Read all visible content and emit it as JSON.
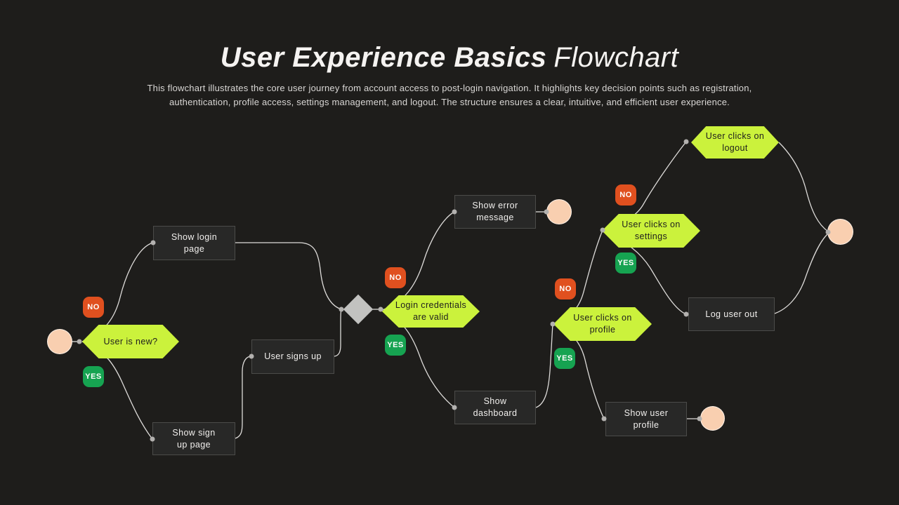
{
  "header": {
    "title_bold": "User Experience Basics",
    "title_light": "Flowchart",
    "subtitle": "This flowchart illustrates the core user journey from account access to post-login navigation. It highlights key decision points such as registration,\nauthentication, profile access, settings management, and logout. The structure ensures a clear, intuitive, and efficient user experience."
  },
  "flowchart": {
    "nodes": {
      "user_is_new": "User is new?",
      "show_login_page": "Show login\npage",
      "show_sign_up_page": "Show sign\nup page",
      "user_signs_up": "User signs up",
      "login_credentials_are_valid": "Login credentials\nare valid",
      "show_error_message": "Show error\nmessage",
      "show_dashboard": "Show\ndashboard",
      "user_clicks_on_profile": "User clicks on\nprofile",
      "show_user_profile": "Show user\nprofile",
      "user_clicks_on_settings": "User clicks on\nsettings",
      "log_user_out": "Log user out",
      "user_clicks_on_logout": "User clicks on\nlogout"
    },
    "badges": {
      "no": "NO",
      "yes": "YES"
    },
    "edges": [
      {
        "from": "start",
        "to": "user_is_new"
      },
      {
        "from": "user_is_new",
        "to": "show_login_page",
        "branch": "NO"
      },
      {
        "from": "user_is_new",
        "to": "show_sign_up_page",
        "branch": "YES"
      },
      {
        "from": "show_sign_up_page",
        "to": "user_signs_up"
      },
      {
        "from": "user_signs_up",
        "to": "merge_diamond"
      },
      {
        "from": "show_login_page",
        "to": "merge_diamond"
      },
      {
        "from": "merge_diamond",
        "to": "login_credentials_are_valid"
      },
      {
        "from": "login_credentials_are_valid",
        "to": "show_error_message",
        "branch": "NO"
      },
      {
        "from": "show_error_message",
        "to": "end_circle_error"
      },
      {
        "from": "login_credentials_are_valid",
        "to": "show_dashboard",
        "branch": "YES"
      },
      {
        "from": "show_dashboard",
        "to": "user_clicks_on_profile"
      },
      {
        "from": "user_clicks_on_profile",
        "to": "user_clicks_on_settings",
        "branch": "NO"
      },
      {
        "from": "user_clicks_on_profile",
        "to": "show_user_profile",
        "branch": "YES"
      },
      {
        "from": "show_user_profile",
        "to": "end_circle_profile"
      },
      {
        "from": "user_clicks_on_settings",
        "to": "user_clicks_on_logout",
        "branch": "NO"
      },
      {
        "from": "user_clicks_on_settings",
        "to": "log_user_out",
        "branch": "YES"
      },
      {
        "from": "user_clicks_on_logout",
        "to": "end_circle_right"
      },
      {
        "from": "log_user_out",
        "to": "end_circle_right"
      }
    ]
  },
  "colors": {
    "background": "#1e1d1b",
    "process_box": "#282827",
    "process_border": "#4b4b49",
    "decision_hexagon": "#cbf23c",
    "badge_no": "#e0501f",
    "badge_yes": "#16a351",
    "terminal_circle": "#f9cfb0",
    "merge_diamond": "#c2c2c0",
    "connector_line": "#dedcda",
    "title_text": "#f5f3f1",
    "subtitle_text": "#d9d7d5"
  }
}
